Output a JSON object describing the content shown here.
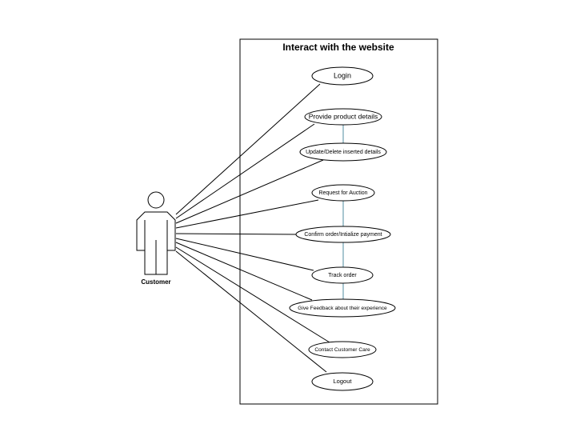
{
  "system": {
    "title": "Interact with the website"
  },
  "actor": {
    "name": "Customer"
  },
  "use_cases": [
    {
      "id": "login",
      "label": "Login"
    },
    {
      "id": "provide-product-details",
      "label": "Provide product details"
    },
    {
      "id": "update-delete-details",
      "label": "Update/Delete inserted details"
    },
    {
      "id": "request-auction",
      "label": "Request for Auction"
    },
    {
      "id": "confirm-order",
      "label": "Confirm order/Intialize payment"
    },
    {
      "id": "track-order",
      "label": "Track order"
    },
    {
      "id": "give-feedback",
      "label": "Give Feedback about their experience"
    },
    {
      "id": "contact-customer-care",
      "label": "Contact Customer Care"
    },
    {
      "id": "logout",
      "label": "Logout"
    }
  ],
  "colors": {
    "line": "#000000",
    "include_link": "#6f9fb0"
  }
}
